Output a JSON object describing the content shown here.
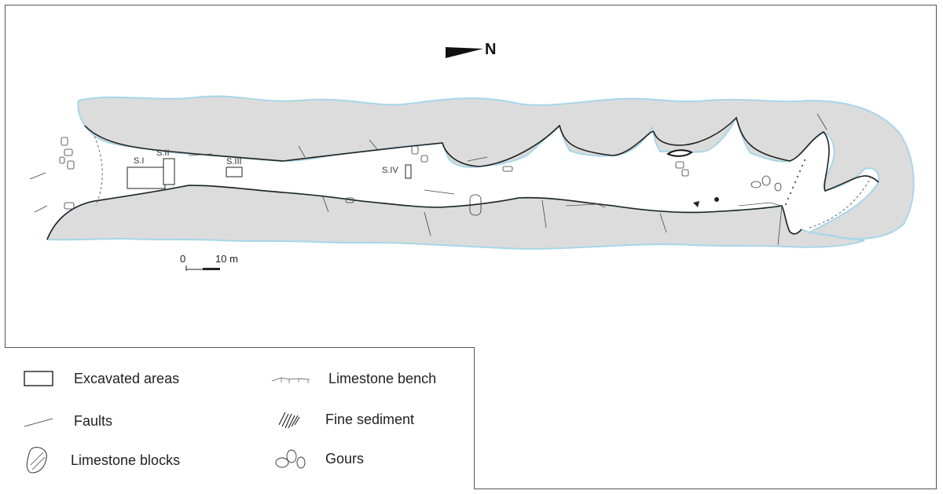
{
  "map": {
    "north_label": "N",
    "scale": {
      "zero": "0",
      "distance": "10 m"
    },
    "sector_labels": [
      "S.I",
      "S.II",
      "S.III",
      "S.IV"
    ],
    "colors": {
      "rock": "#dcdcdc",
      "rock_edge": "#a8d6e8",
      "outline": "#222222"
    }
  },
  "legend": {
    "items": [
      {
        "label": "Excavated areas",
        "icon": "rectangle-icon"
      },
      {
        "label": "Faults",
        "icon": "fault-line-icon"
      },
      {
        "label": "Limestone blocks",
        "icon": "block-icon"
      },
      {
        "label": "Limestone bench",
        "icon": "bench-icon"
      },
      {
        "label": "Fine sediment",
        "icon": "sediment-icon"
      },
      {
        "label": "Gours",
        "icon": "gours-icon"
      }
    ]
  }
}
